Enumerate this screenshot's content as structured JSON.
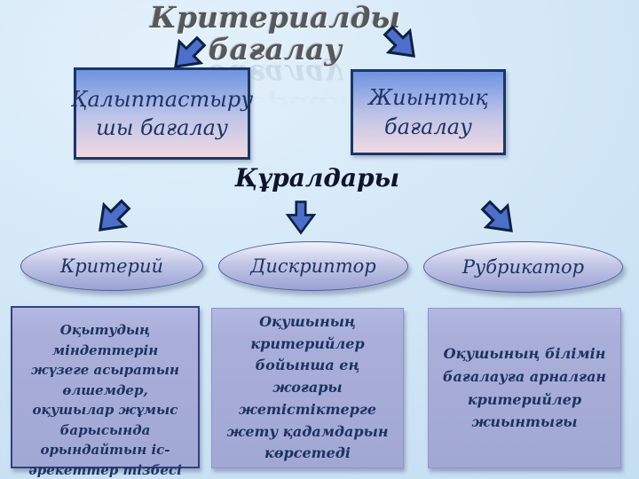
{
  "slide": {
    "title": "Критериалды бағалау",
    "assessment_types": [
      {
        "label": "Қалыптастыру шы бағалау"
      },
      {
        "label": "Жиынтық бағалау"
      }
    ],
    "section_heading": "Құралдары",
    "tools": [
      {
        "name": "Критерий",
        "description": "Оқытудың міндеттерін жүзеге асыратын өлшемдер, оқушылар жұмыс барысында орындайтын іс-әрекеттер тізбесі"
      },
      {
        "name": "Дискриптор",
        "description": "Оқушының критерийлер бойынша ең жоғары жетістіктерге жету қадамдарын көрсетеді"
      },
      {
        "name": "Рубрикатор",
        "description": "Оқушының білімін бағалауға арналған критерийлер жиынтығы"
      }
    ],
    "icons": {
      "top_left_arrow": "arrow-down-left",
      "top_right_arrow": "arrow-down-right",
      "tools_arrow_left": "arrow-down-left",
      "tools_arrow_center": "arrow-down",
      "tools_arrow_right": "arrow-down-right"
    }
  },
  "colors": {
    "background_light": "#e3f1fb",
    "background_edge": "#c3ddf1",
    "arrow_fill": "#4d6ecb",
    "arrow_outline": "#0d2142",
    "box_border": "#1b3666",
    "box_gradient_top": "#6f93e0",
    "box_gradient_middle": "#bcc3e8",
    "box_gradient_bottom": "#f0d9e2",
    "ellipse_fill_top": "#f1f3fb",
    "ellipse_fill_bottom": "#9aa1d3",
    "panel_fill": "#a9afd9",
    "panel_border_dark": "#31427e",
    "panel_border_light": "#8f96c4",
    "text_navy": "#1c3363",
    "title_gray": "#57585a",
    "heading_dark": "#10142e"
  }
}
